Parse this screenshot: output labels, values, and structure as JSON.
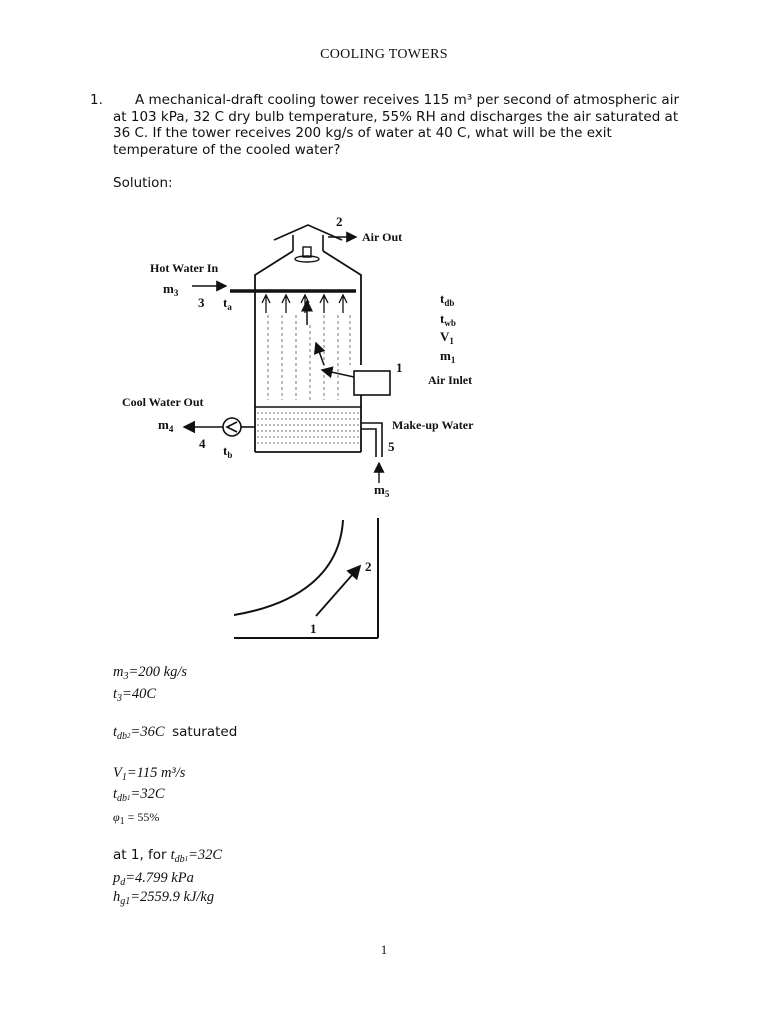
{
  "title": "COOLING TOWERS",
  "problem": {
    "number": "1.",
    "text": "A mechanical-draft cooling tower receives 115 m³ per second of atmospheric air at 103 kPa, 32 C dry bulb temperature, 55% RH and discharges the air saturated at 36 C. If the tower receives 200 kg/s of water at 40 C, what will be the exit temperature of the cooled water?"
  },
  "solution_label": "Solution:",
  "diagram": {
    "label_2": "2",
    "air_out": "Air Out",
    "hot_water_in": "Hot Water In",
    "m3": "m",
    "m3_sub": "3",
    "label_3": "3",
    "ta": "t",
    "ta_sub": "a",
    "tdb": "t",
    "tdb_sub": "db",
    "twb": "t",
    "twb_sub": "wb",
    "v1": "V",
    "v1_sub": "1",
    "m1": "m",
    "m1_sub": "1",
    "label_1": "1",
    "air_inlet": "Air Inlet",
    "cool_water_out": "Cool Water Out",
    "m4": "m",
    "m4_sub": "4",
    "label_4": "4",
    "tb": "t",
    "tb_sub": "b",
    "makeup_water": "Make-up Water",
    "label_5": "5",
    "m5": "m",
    "m5_sub": "5"
  },
  "process_chart": {
    "label_1": "1",
    "label_2": "2"
  },
  "equations": {
    "m3": {
      "lhs": "m",
      "sub": "3",
      "rhs": "=200 kg/s"
    },
    "t3": {
      "lhs": "t",
      "sub": "3",
      "rhs": "=40C"
    },
    "tdb2": {
      "lhs": "t",
      "sub": "db",
      "sub2": "2",
      "rhs": "=36C",
      "note": "saturated"
    },
    "v1": {
      "lhs": "V",
      "sub": "1",
      "rhs": "=115 m³/s"
    },
    "tdb1": {
      "lhs": "t",
      "sub": "db",
      "sub2": "1",
      "rhs": "=32C"
    },
    "phi1": {
      "lhs": "φ",
      "sub": "1",
      "rhs": " = 55%"
    },
    "at1": {
      "prefix": "at 1, for",
      "lhs": "t",
      "sub": "db",
      "sub2": "1",
      "rhs": "=32C"
    },
    "pd": {
      "lhs": "p",
      "sub": "d",
      "rhs": "=4.799 kPa"
    },
    "hg1": {
      "lhs": "h",
      "sub": "g1",
      "rhs": "=2559.9 kJ/kg"
    }
  },
  "page_number": "1"
}
